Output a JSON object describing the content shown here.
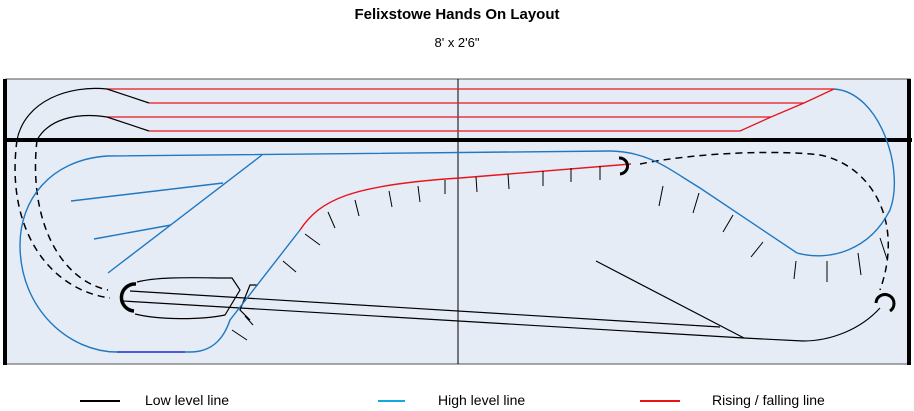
{
  "title": "Felixstowe Hands On Layout",
  "subtitle": "8' x 2'6\"",
  "colors": {
    "board": "#e6ecf6",
    "low_level": "#000000",
    "high_level": "#1f78c1",
    "rising": "#e8141c",
    "legend_high": "#13a8e0"
  },
  "legend": [
    {
      "label": "Low level line",
      "color": "#000000"
    },
    {
      "label": "High level line",
      "color": "#13a8e0"
    },
    {
      "label": "Rising / falling line",
      "color": "#e8141c"
    }
  ]
}
